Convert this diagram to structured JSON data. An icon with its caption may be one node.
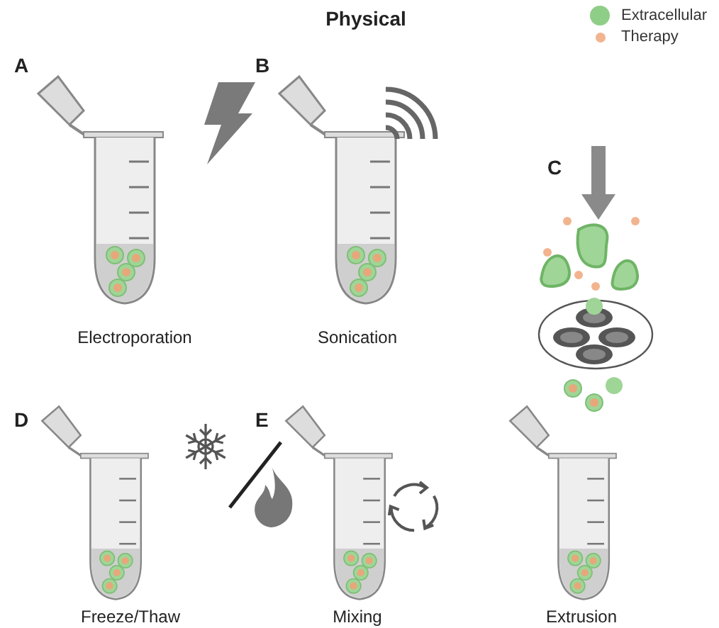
{
  "diagram": {
    "title": "Physical",
    "labels": [
      "A",
      "B",
      "C",
      "Electroporation",
      "Sonication",
      "D",
      "E",
      "Freeze/Thaw",
      "Mixing",
      "Extrusion"
    ],
    "legend": [
      {
        "text": "Extracellular",
        "color": "#8fce86"
      },
      {
        "text": "Therapy",
        "color": "#f2b48e"
      }
    ]
  }
}
